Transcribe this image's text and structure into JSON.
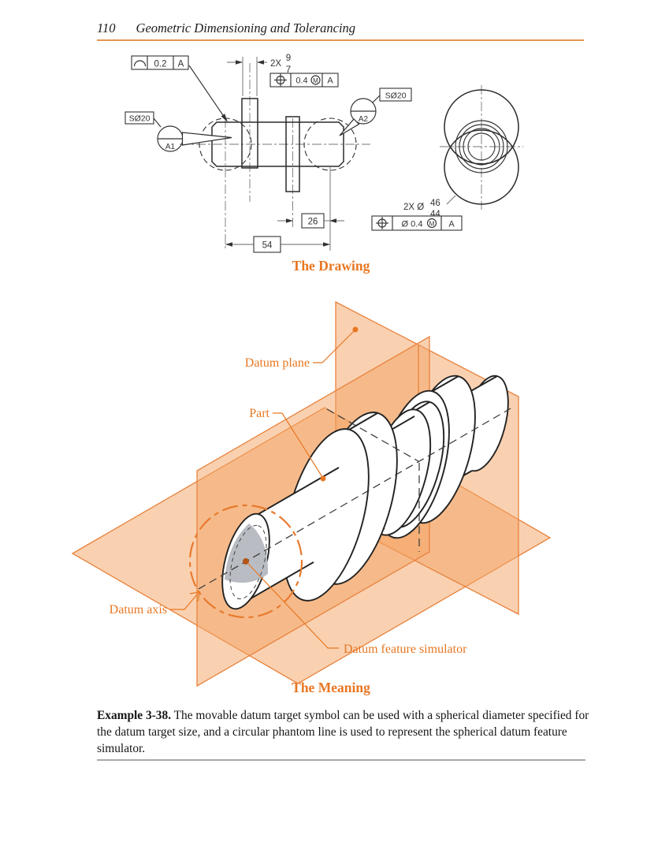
{
  "page": {
    "number": "110",
    "header_title": "Geometric Dimensioning and Tolerancing"
  },
  "drawing": {
    "section_title": "The Drawing",
    "sphere_label_left": "SØ20",
    "sphere_label_right": "SØ20",
    "target_a1": "A1",
    "target_a2": "A2",
    "count_label": "2X",
    "limit_upper": "9",
    "limit_lower": "7",
    "modifier": "M",
    "fcf_profile": {
      "tolerance": "0.2",
      "datum": "A"
    },
    "fcf_position": {
      "tolerance": "0.4",
      "datum": "A"
    },
    "fcf_position_end": {
      "tolerance": "Ø 0.4",
      "datum": "A"
    },
    "dim_26": "26",
    "dim_54": "54",
    "end_callout": {
      "prefix": "2X Ø",
      "upper": "46",
      "lower": "44"
    }
  },
  "meaning": {
    "section_title": "The Meaning",
    "label_datum_plane": "Datum plane",
    "label_part": "Part",
    "label_datum_axis": "Datum axis",
    "label_datum_feature_simulator": "Datum feature simulator"
  },
  "caption": {
    "lead": "Example 3-38.",
    "body": " The movable datum target symbol can be used with a spherical diameter specified for the datum target size, and a circular phantom line is used to represent the spherical datum feature simulator."
  },
  "colors": {
    "accent": "#e87722",
    "plane_edge": "#e8823c",
    "plane_fill": "#f3a463",
    "header_rule": "#e8954f",
    "footer_rule": "#a9a9a9",
    "gray_patch": "#b9bdc3"
  }
}
